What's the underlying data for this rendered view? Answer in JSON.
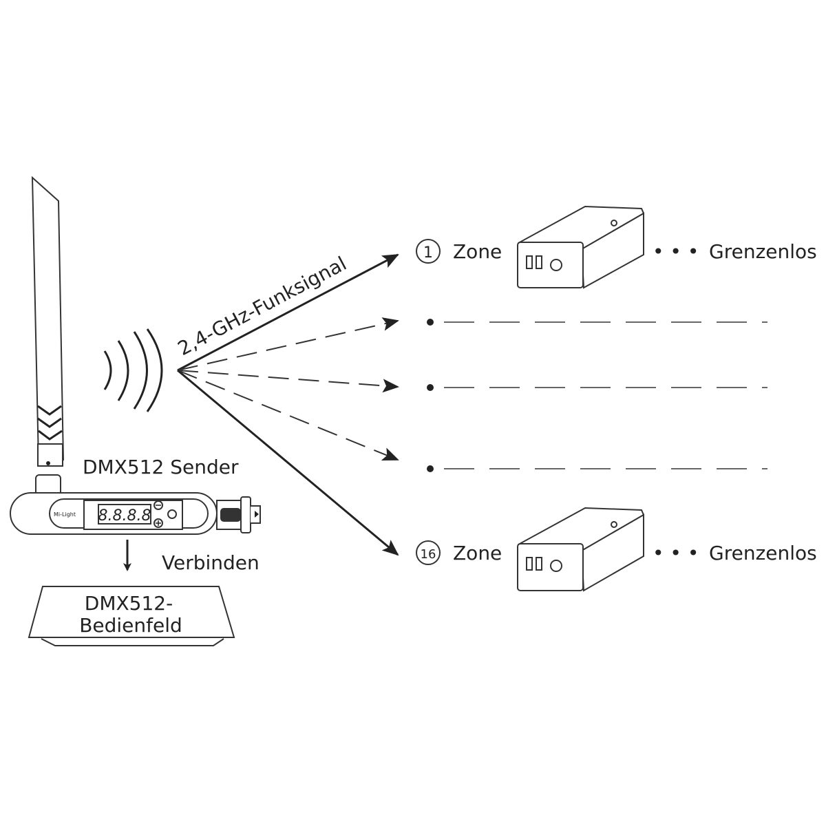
{
  "transmitter": {
    "label": "DMX512 Sender",
    "display": "8.8.8.8",
    "brand": "Mi-Light",
    "connect_label": "Verbinden"
  },
  "panel": {
    "line1": "DMX512-",
    "line2": "Bedienfeld"
  },
  "signal_label": "2,4-GHz-Funksignal",
  "zones": [
    {
      "number": "1",
      "label": "Zone",
      "ellipsis": "• • •",
      "suffix": "Grenzenlos"
    },
    {
      "number": "16",
      "label": "Zone",
      "ellipsis": "• • •",
      "suffix": "Grenzenlos"
    }
  ],
  "colors": {
    "line": "#222222",
    "background": "#ffffff"
  }
}
